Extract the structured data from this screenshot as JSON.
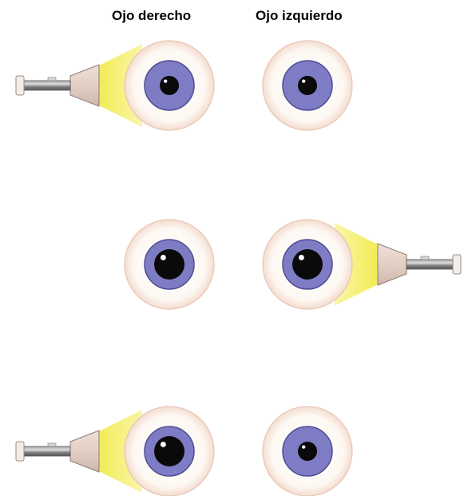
{
  "labels": {
    "right_eye": "Ojo derecho",
    "left_eye": "Ojo izquierdo"
  },
  "colors": {
    "background": "#ffffff",
    "sclera": "#fdfbf6",
    "sclera_edge": "#e8c4b4",
    "iris": "#7e7cc4",
    "iris_edge": "#4f4d94",
    "pupil": "#0a0a0a",
    "light_beam": "#f4ee60",
    "penlight_head": "#e6d2c8",
    "penlight_head_edge": "#8c7c74",
    "penlight_barrel": "#808080",
    "penlight_cap": "#f4ece6"
  },
  "panels": [
    {
      "name": "row-1",
      "illuminated_eye": "right",
      "right_eye": {
        "pupil_state": "constricted"
      },
      "left_eye": {
        "pupil_state": "constricted"
      }
    },
    {
      "name": "row-2",
      "illuminated_eye": "left",
      "right_eye": {
        "pupil_state": "dilated"
      },
      "left_eye": {
        "pupil_state": "dilated"
      }
    },
    {
      "name": "row-3",
      "illuminated_eye": "right",
      "right_eye": {
        "pupil_state": "dilated"
      },
      "left_eye": {
        "pupil_state": "constricted"
      }
    }
  ]
}
